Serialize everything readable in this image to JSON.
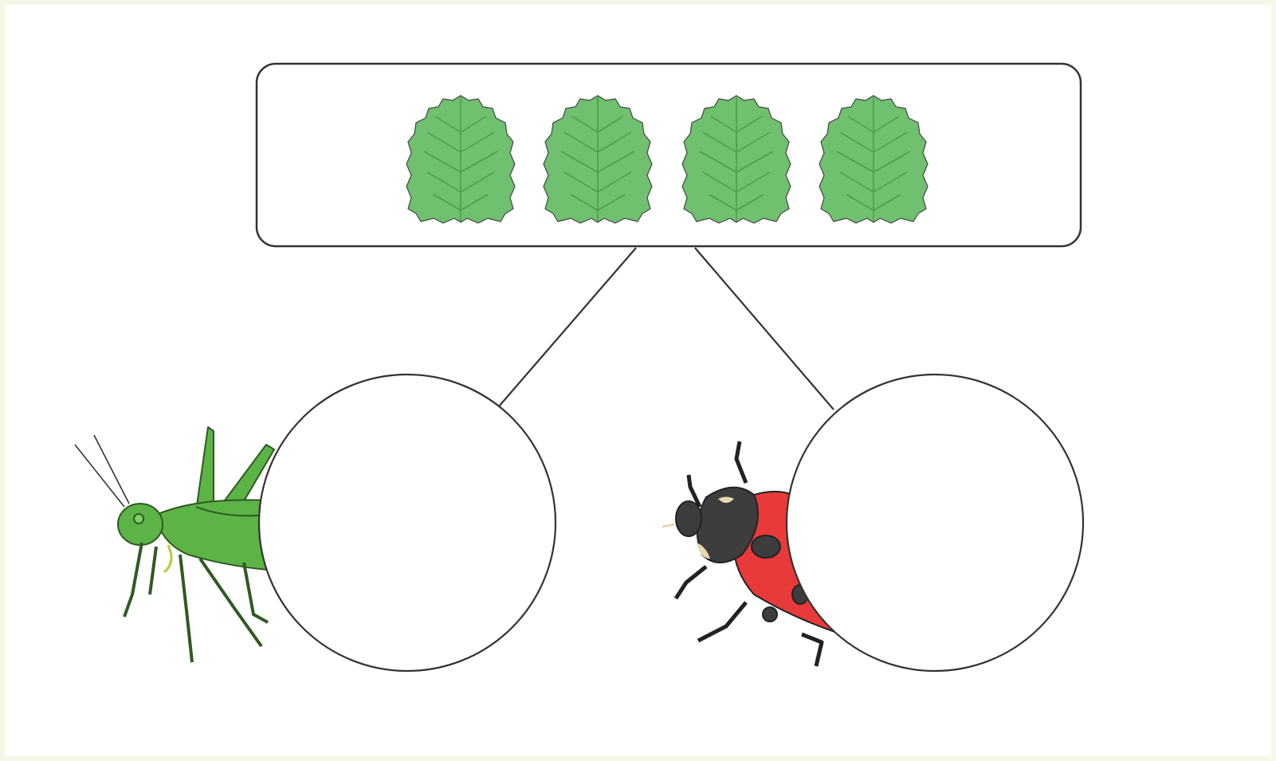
{
  "diagram": {
    "kind": "part-whole",
    "whole": {
      "item": "leaf-icon",
      "count": 4,
      "color": "#6fc06f"
    },
    "parts": [
      {
        "name": "grasshopper",
        "icon": "grasshopper-icon",
        "value": ""
      },
      {
        "name": "ladybird",
        "icon": "ladybird-icon",
        "value": ""
      }
    ]
  },
  "colors": {
    "page_border": "#f3f9e6",
    "leaf_fill": "#6fc06f",
    "leaf_vein": "#4f9c4f",
    "grasshopper": "#5cb346",
    "ladybird_shell": "#e83a3a",
    "ladybird_head": "#3d3d3d",
    "outline": "#333333"
  }
}
